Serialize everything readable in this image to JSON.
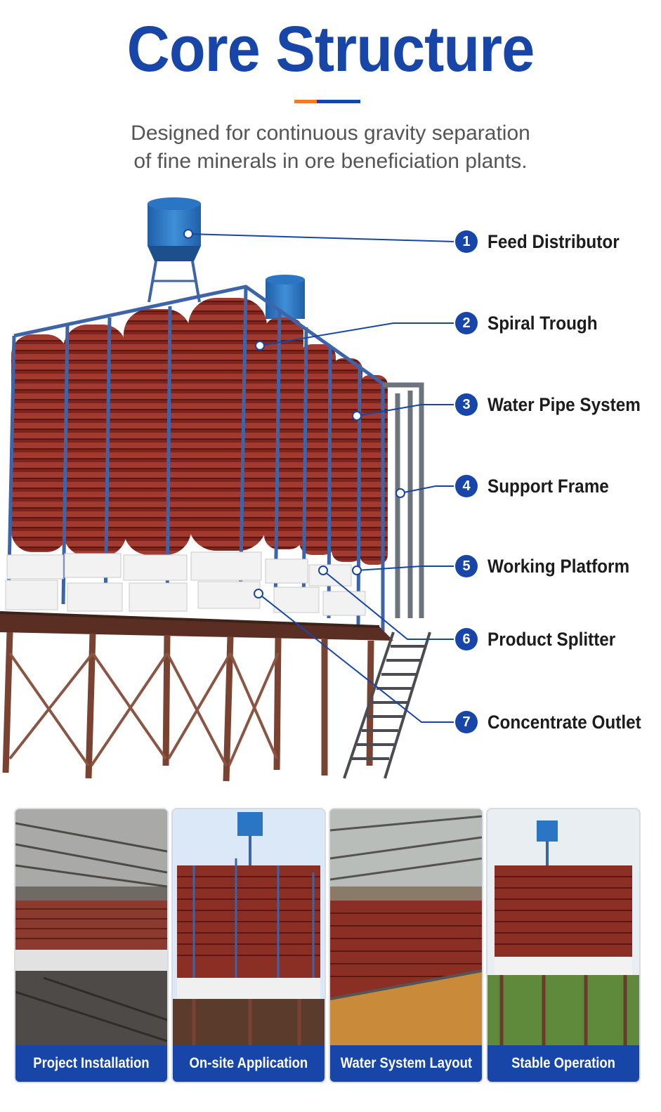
{
  "header": {
    "title": "Core Structure",
    "subtitle_line1": "Designed for continuous gravity separation",
    "subtitle_line2": "of fine minerals in ore beneficiation plants."
  },
  "callouts": [
    {
      "number": "1",
      "label": "Feed Distributor"
    },
    {
      "number": "2",
      "label": "Spiral Trough"
    },
    {
      "number": "3",
      "label": "Water Pipe System"
    },
    {
      "number": "4",
      "label": "Support Frame"
    },
    {
      "number": "5",
      "label": "Working Platform"
    },
    {
      "number": "6",
      "label": "Product Splitter"
    },
    {
      "number": "7",
      "label": "Concentrate Outlet"
    }
  ],
  "gallery": [
    {
      "caption": "Project Installation"
    },
    {
      "caption": "On-site Application"
    },
    {
      "caption": "Water System Layout"
    },
    {
      "caption": "Stable Operation"
    }
  ],
  "colors": {
    "brand_blue": "#1746a8",
    "accent_orange": "#f07b22",
    "spiral_red": "#8e2a22",
    "frame_blue": "#3d64a8",
    "steel_rust": "#6b3a2a"
  }
}
